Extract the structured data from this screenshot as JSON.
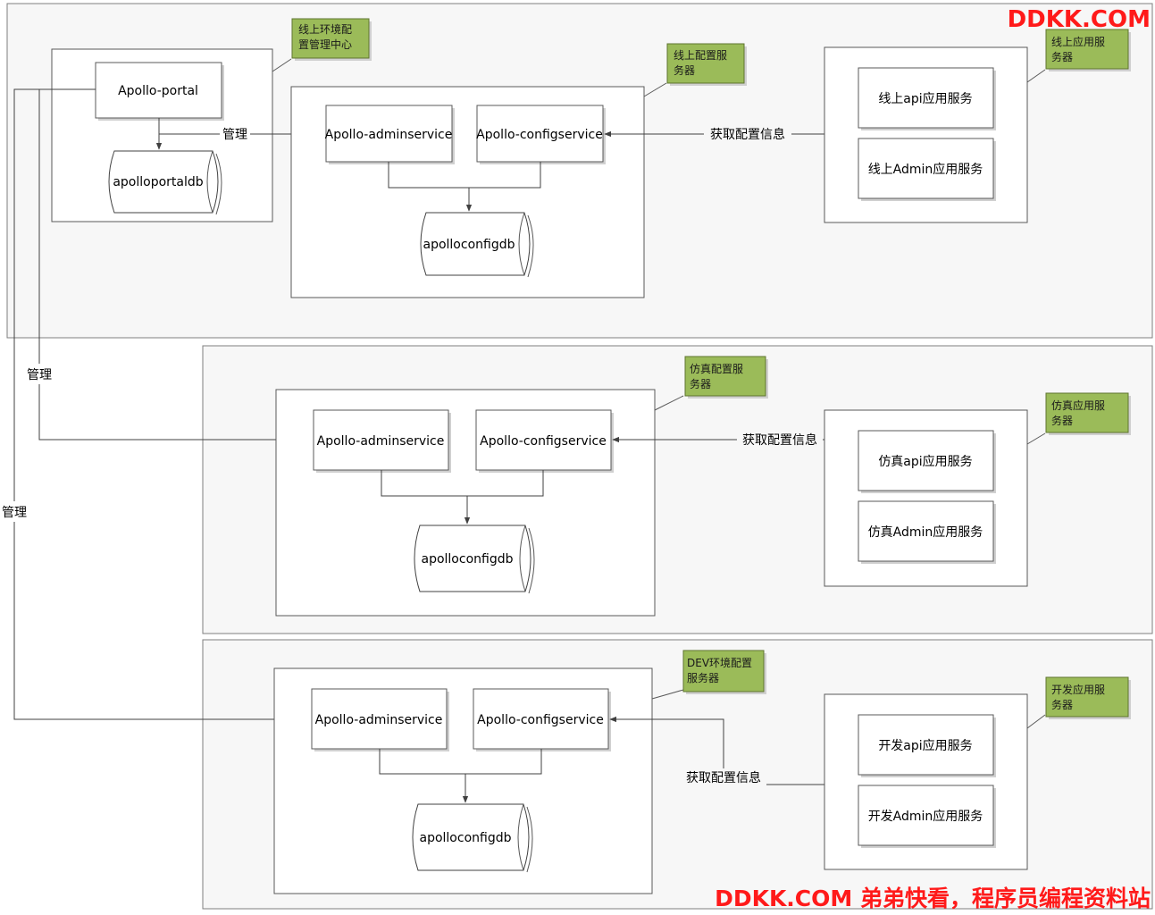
{
  "watermark": {
    "top": "DDKK.COM",
    "bottom": "DDKK.COM 弟弟快看，程序员编程资料站"
  },
  "colors": {
    "zone_fill": "#f7f7f7",
    "note_fill": "#9bbb59",
    "watermark": "#ff1a1a"
  },
  "portal": {
    "note": [
      "线上环境配",
      "置管理中心"
    ],
    "portal_label": "Apollo-portal",
    "db_label": "apolloportaldb",
    "manage_label": "管理"
  },
  "online": {
    "server_note": [
      "线上配置服",
      "务器"
    ],
    "admin_label": "Apollo-adminservice",
    "config_label": "Apollo-configservice",
    "db_label": "apolloconfigdb",
    "fetch_label": "获取配置信息",
    "app_note": [
      "线上应用服",
      "务器"
    ],
    "api_label": "线上api应用服务",
    "admin_app_label": "线上Admin应用服务"
  },
  "sim": {
    "manage_label": "管理",
    "server_note": [
      "仿真配置服",
      "务器"
    ],
    "admin_label": "Apollo-adminservice",
    "config_label": "Apollo-configservice",
    "db_label": "apolloconfigdb",
    "fetch_label": "获取配置信息",
    "app_note": [
      "仿真应用服",
      "务器"
    ],
    "api_label": "仿真api应用服务",
    "admin_app_label": "仿真Admin应用服务"
  },
  "dev": {
    "manage_label": "管理",
    "server_note": [
      "DEV环境配置",
      "服务器"
    ],
    "admin_label": "Apollo-adminservice",
    "config_label": "Apollo-configservice",
    "db_label": "apolloconfigdb",
    "fetch_label": "获取配置信息",
    "app_note": [
      "开发应用服",
      "务器"
    ],
    "api_label": "开发api应用服务",
    "admin_app_label": "开发Admin应用服务"
  }
}
